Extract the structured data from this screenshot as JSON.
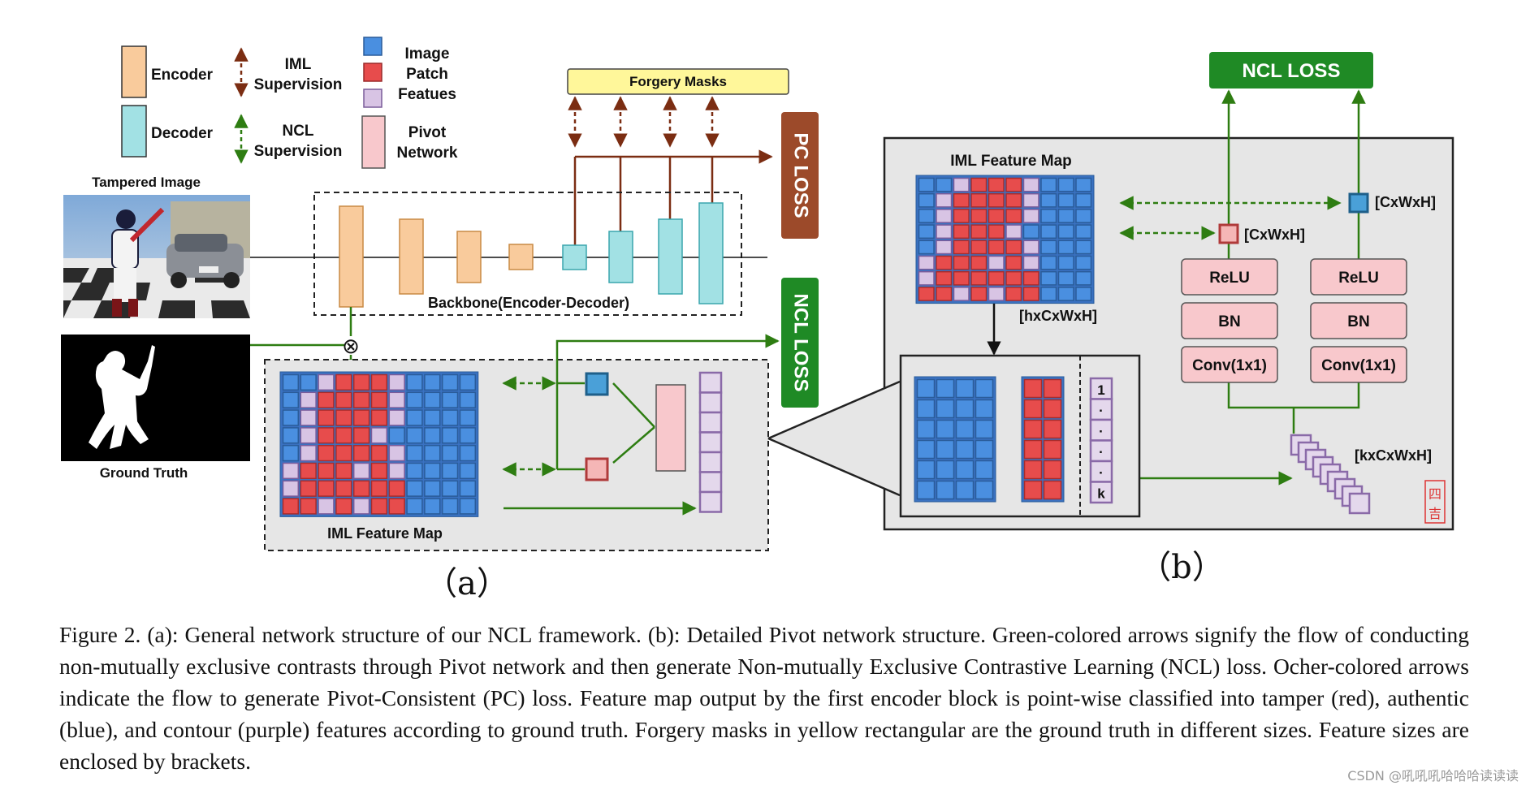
{
  "legend": {
    "encoder": "Encoder",
    "decoder": "Decoder",
    "iml_supervision": [
      "IML",
      "Supervision"
    ],
    "ncl_supervision": [
      "NCL",
      "Supervision"
    ],
    "patch_features": [
      "Image",
      "Patch",
      "Featues"
    ],
    "pivot_network": [
      "Pivot",
      "Network"
    ]
  },
  "panel_a": {
    "tampered_image": "Tampered Image",
    "ground_truth": "Ground Truth",
    "forgery_masks": "Forgery Masks",
    "pc_loss": "PC LOSS",
    "ncl_loss": "NCL LOSS",
    "backbone": "Backbone(Encoder-Decoder)",
    "iml_feature_map": "IML Feature Map",
    "otimes": "⊗",
    "label": "（a）"
  },
  "panel_b": {
    "ncl_loss": "NCL LOSS",
    "iml_feature_map": "IML Feature Map",
    "shape_hcwh": "[hxCxWxH]",
    "shape_cwh_1": "[CxWxH]",
    "shape_cwh_2": "[CxWxH]",
    "shape_kcwh": "[kxCxWxH]",
    "relu": "ReLU",
    "bn": "BN",
    "conv": "Conv(1x1)",
    "stack_labels": [
      "1",
      "·",
      "·",
      "·",
      "·",
      "k"
    ],
    "seal": [
      "四",
      "吉"
    ],
    "label": "（b）"
  },
  "colors": {
    "encoder": "#f9cb9c",
    "decoder": "#a2e1e4",
    "authentic": "#4a8fe0",
    "tamper": "#e74c4c",
    "contour": "#d8c4e4",
    "pivot": "#f8c8cc",
    "green": "#2e7d12",
    "brown": "#7b2d12",
    "forgery_mask": "#fff79a"
  },
  "caption": "Figure 2. (a): General network structure of our NCL framework. (b): Detailed Pivot network structure. Green-colored arrows signify the flow of conducting non-mutually exclusive contrasts through Pivot network and then generate Non-mutually Exclusive Contrastive Learning (NCL) loss. Ocher-colored arrows indicate the flow to generate Pivot-Consistent (PC) loss. Feature map output by the first encoder block is point-wise classified into tamper (red), authentic (blue), and contour (purple) features according to ground truth. Forgery masks in yellow rectangular are the ground truth in different sizes. Feature sizes are enclosed by brackets.",
  "watermark": "CSDN @吼吼吼哈哈哈读读读"
}
